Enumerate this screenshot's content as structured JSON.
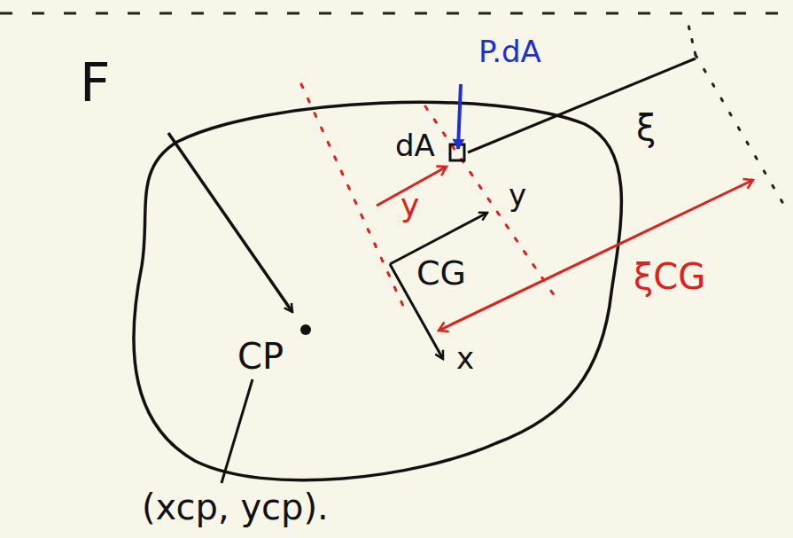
{
  "diagram": {
    "labels": [
      "P.dA",
      "F",
      "dA",
      "y",
      "y",
      "CG",
      "x",
      "ξ",
      "ξCG",
      "CP",
      "(xcp, ycp)."
    ]
  }
}
